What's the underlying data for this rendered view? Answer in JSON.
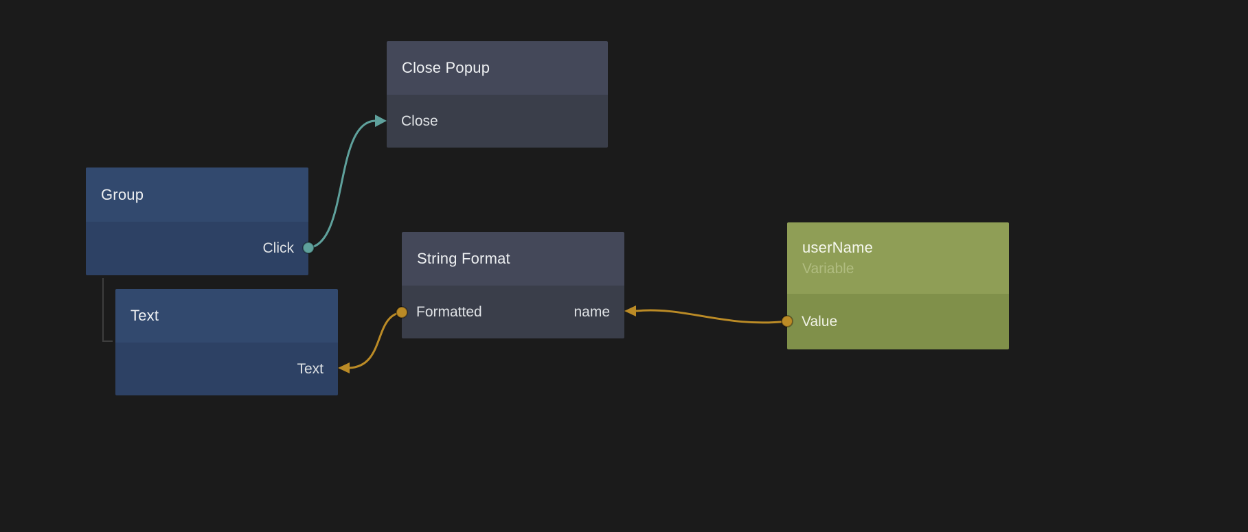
{
  "nodes": {
    "close_popup": {
      "title": "Close Popup",
      "input_label": "Close"
    },
    "group": {
      "title": "Group",
      "output_label": "Click"
    },
    "text": {
      "title": "Text",
      "input_label": "Text"
    },
    "string_format": {
      "title": "String Format",
      "output_label": "Formatted",
      "input_label": "name"
    },
    "user_name": {
      "title": "userName",
      "subtitle": "Variable",
      "output_label": "Value"
    }
  },
  "colors": {
    "background": "#1b1b1b",
    "gray_node_header": "#444859",
    "gray_node_body": "#3a3e4a",
    "blue_node_header": "#32496e",
    "blue_node_body": "#2d4164",
    "green_node_header": "#8f9e56",
    "green_node_body": "#80904a",
    "signal_wire": "#5fa19c",
    "data_wire": "#bb8b26",
    "hierarchy_line": "#3e3e3e"
  }
}
